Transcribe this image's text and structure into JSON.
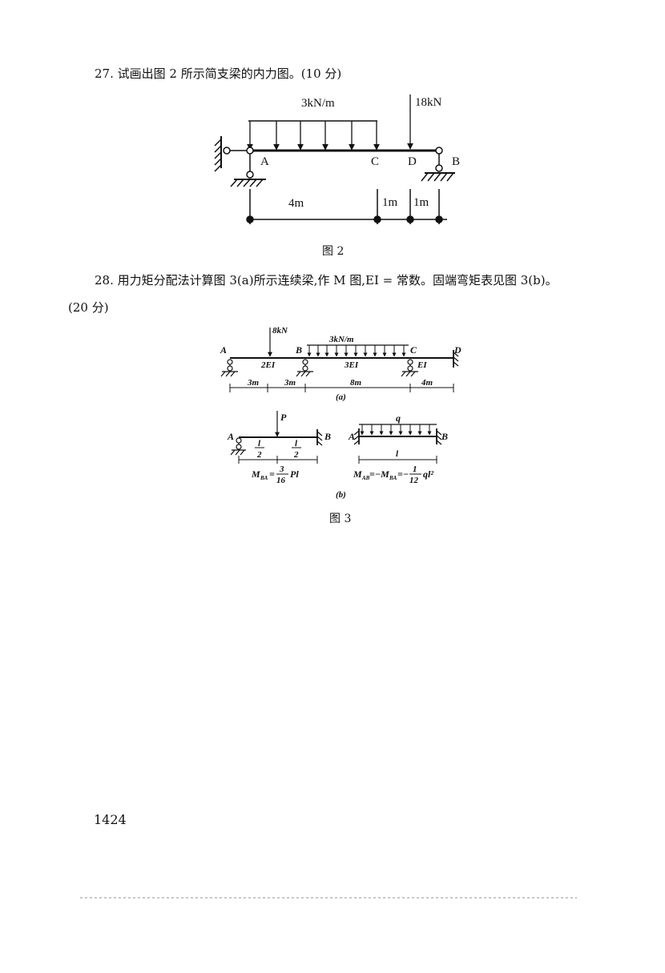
{
  "q27": {
    "text": "27. 试画出图 2 所示简支梁的内力图。(10 分)"
  },
  "fig2": {
    "load_udl": "3kN/m",
    "load_point": "18kN",
    "label_A": "A",
    "label_C": "C",
    "label_D": "D",
    "label_B": "B",
    "dim_4m": "4m",
    "dim_1m_a": "1m",
    "dim_1m_b": "1m",
    "caption": "图 2"
  },
  "q28": {
    "line1": "28. 用力矩分配法计算图 3(a)所示连续梁,作 M 图,EI = 常数。固端弯矩表见图 3(b)。",
    "line2": "(20 分)"
  },
  "fig3a": {
    "load_point": "8kN",
    "load_udl": "3kN/m",
    "label_A": "A",
    "label_B": "B",
    "label_C": "C",
    "label_D": "D",
    "stiff_AB": "2EI",
    "stiff_BC": "3EI",
    "stiff_CD": "EI",
    "dim_1": "3m",
    "dim_2": "3m",
    "dim_3": "8m",
    "dim_4": "4m",
    "sub": "(a)"
  },
  "fig3b": {
    "left_P": "P",
    "left_A": "A",
    "left_B": "B",
    "left_l": "l",
    "left_half": "2",
    "left_formula_lhs": "M",
    "left_formula_sub": "BA",
    "left_formula_rhs": "= ",
    "left_num": "3",
    "left_den": "16",
    "left_tail": "Pl",
    "right_q": "q",
    "right_A": "A",
    "right_B": "B",
    "right_l": "l",
    "right_formula": "M",
    "right_sub1": "AB",
    "right_mid": "=−M",
    "right_sub2": "BA",
    "right_eq": "=−",
    "right_num": "1",
    "right_den": "12",
    "right_tail": "ql²",
    "sub": "(b)",
    "caption": "图 3"
  },
  "page_number": "1424"
}
